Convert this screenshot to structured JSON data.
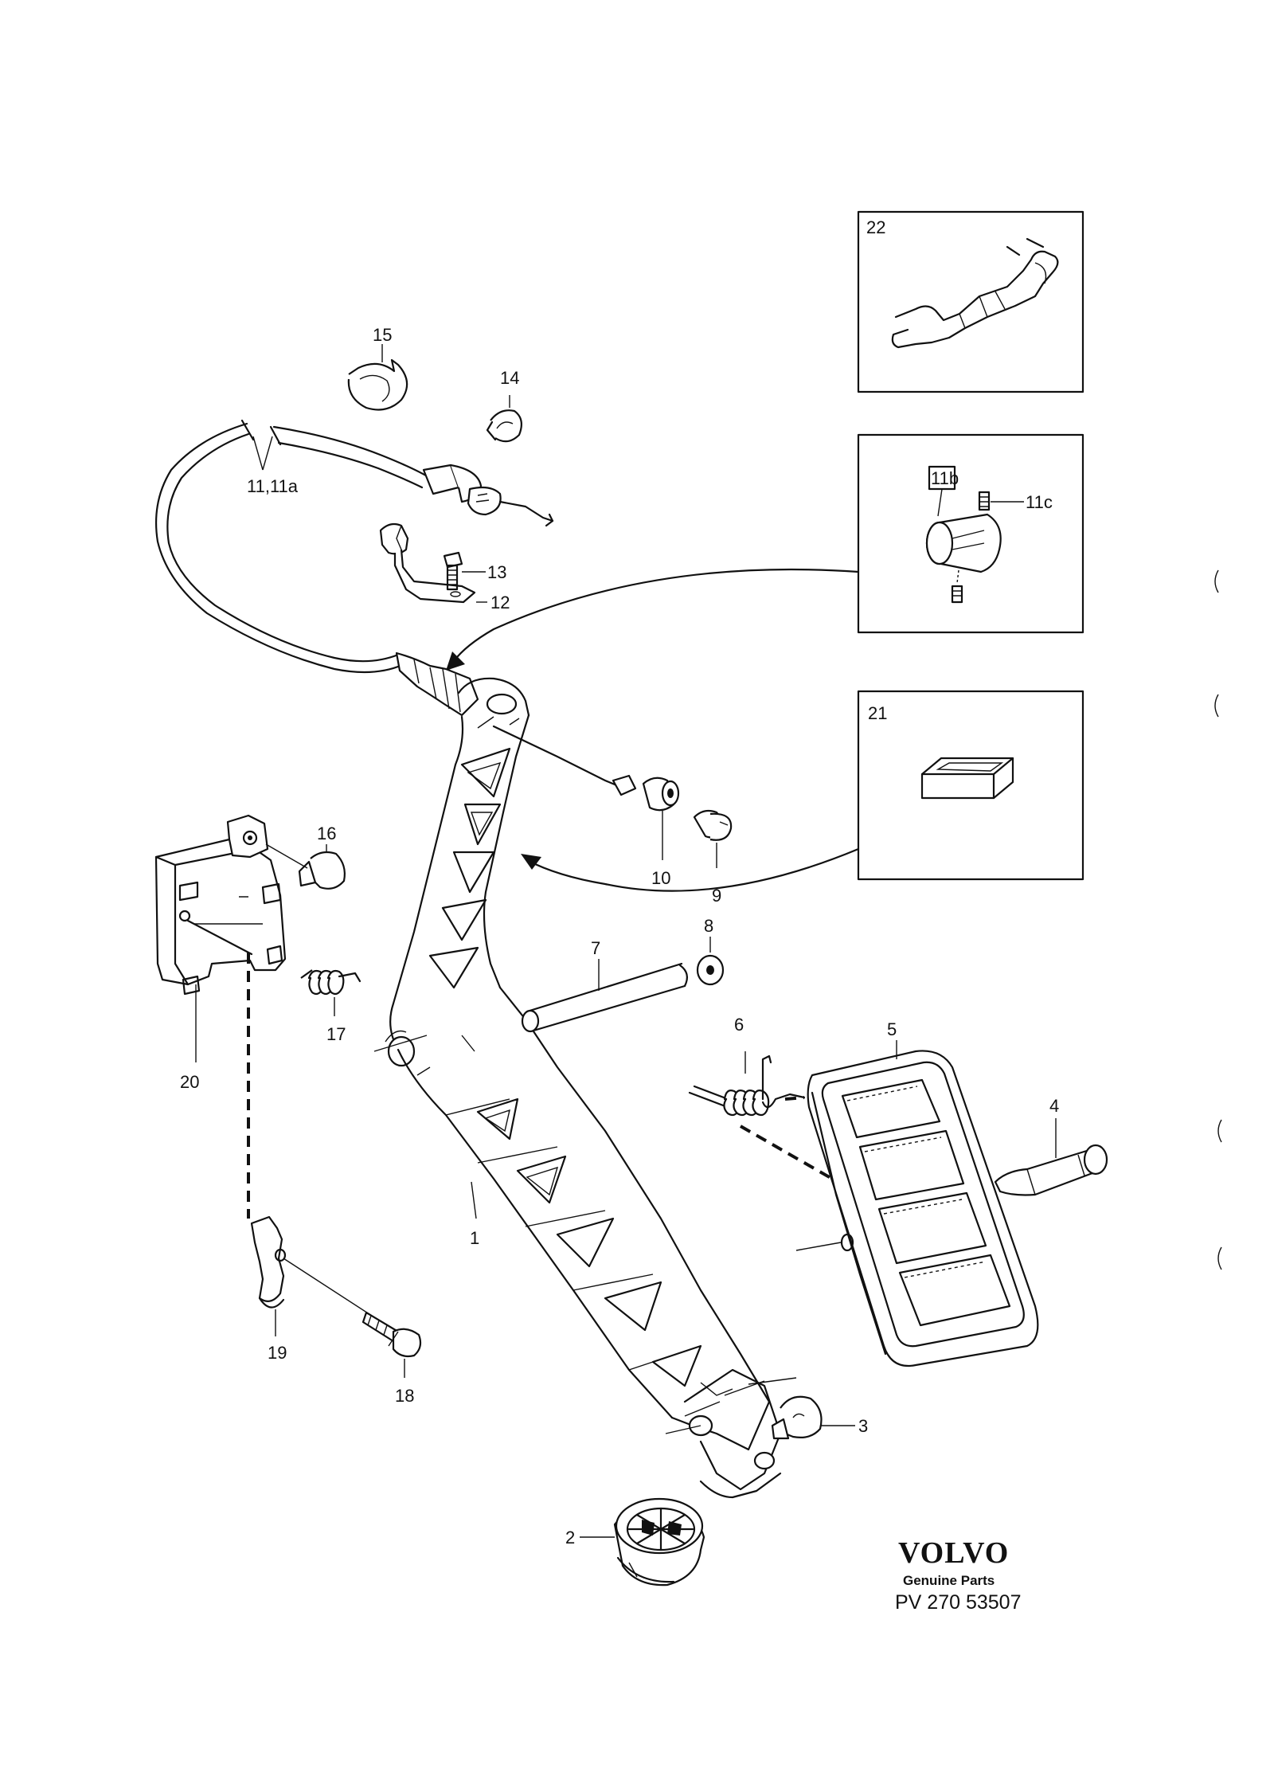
{
  "diagram": {
    "part_labels": {
      "p1": "1",
      "p2": "2",
      "p3": "3",
      "p4": "4",
      "p5": "5",
      "p6": "6",
      "p7": "7",
      "p8": "8",
      "p9": "9",
      "p10": "10",
      "p11": "11,11a",
      "p11b": "11b",
      "p11c": "11c",
      "p12": "12",
      "p13": "13",
      "p14": "14",
      "p15": "15",
      "p16": "16",
      "p17": "17",
      "p18": "18",
      "p19": "19",
      "p20": "20",
      "p21": "21",
      "p22": "22"
    }
  },
  "footer": {
    "brand": "VOLVO",
    "subtitle": "Genuine Parts",
    "code": "PV 270 53507"
  }
}
